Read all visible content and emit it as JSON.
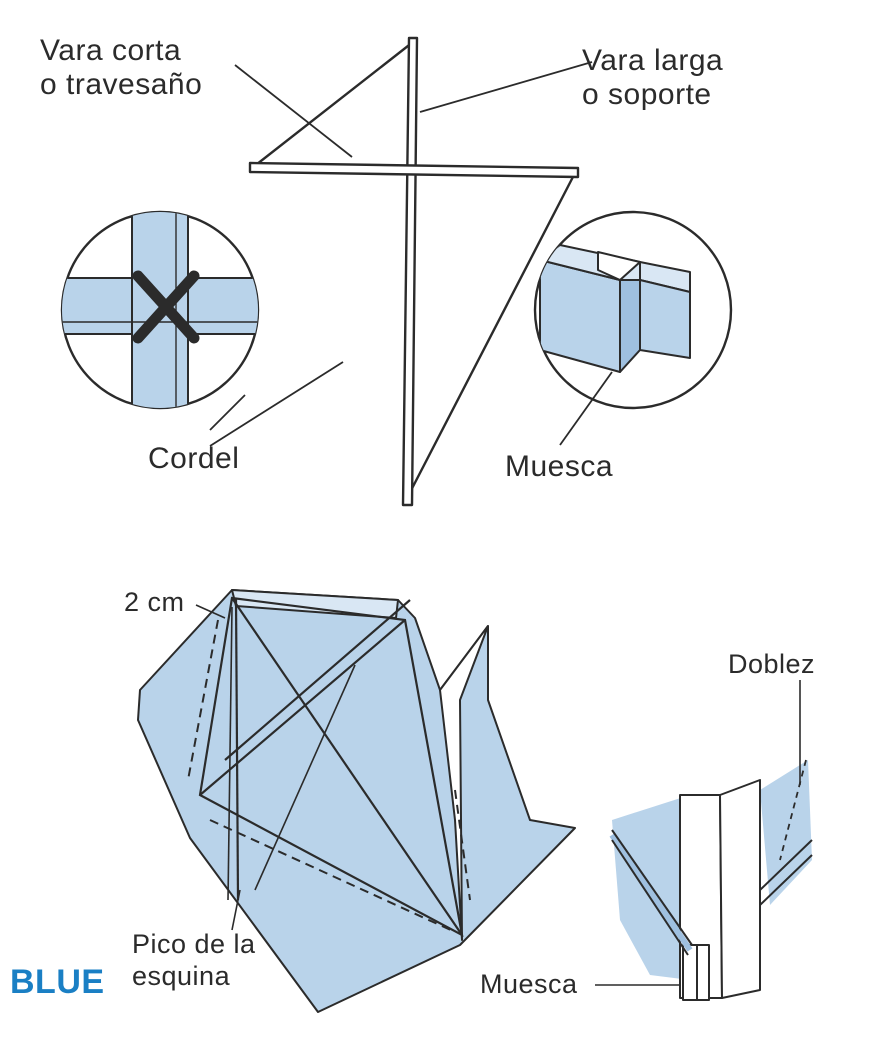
{
  "labels": {
    "short_stick": "Vara corta\no travesaño",
    "long_stick": "Vara larga\no soporte",
    "string": "Cordel",
    "notch_top": "Muesca",
    "two_cm": "2 cm",
    "fold": "Doblez",
    "corner_tip": "Pico de la\nesquina",
    "notch_bottom": "Muesca"
  },
  "tag": "BLUE",
  "colors": {
    "paper_blue": "#b9d3ea",
    "paper_blue_dark": "#9fc0e0",
    "line": "#2b2b2b",
    "tag": "#1a7fc4"
  }
}
